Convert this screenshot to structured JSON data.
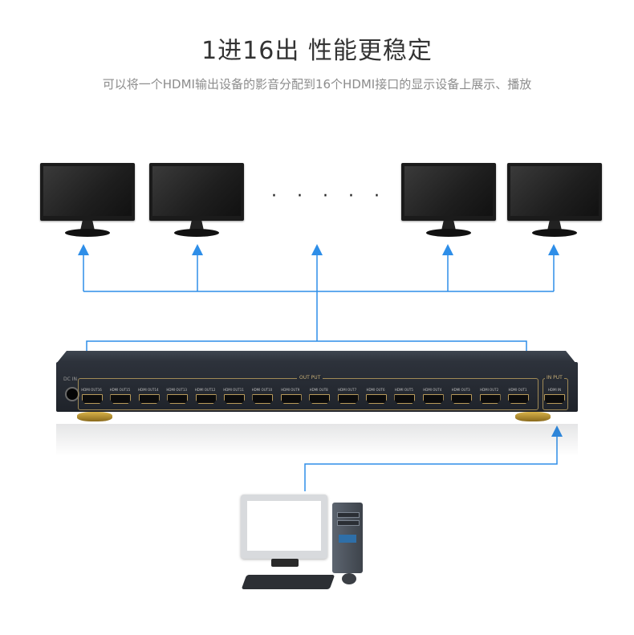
{
  "header": {
    "title": "1进16出 性能更稳定",
    "subtitle": "可以将一个HDMI输出设备的影音分配到16个HDMI接口的显示设备上展示、播放"
  },
  "ellipsis": "· · · · · ·",
  "device": {
    "dc_label": "DC IN",
    "output_label": "OUT PUT",
    "input_label": "IN PUT",
    "outputs": [
      "HDMI OUT16",
      "HDMI OUT15",
      "HDMI OUT14",
      "HDMI OUT13",
      "HDMI OUT12",
      "HDMI OUT11",
      "HDMI OUT10",
      "HDMI OUT9",
      "HDMI OUT8",
      "HDMI OUT7",
      "HDMI OUT6",
      "HDMI OUT5",
      "HDMI OUT4",
      "HDMI OUT3",
      "HDMI OUT2",
      "HDMI OUT1"
    ],
    "input": "HDMI IN"
  },
  "colors": {
    "arrow": "#2e8ee8",
    "accent_gold": "#b89a5a"
  }
}
